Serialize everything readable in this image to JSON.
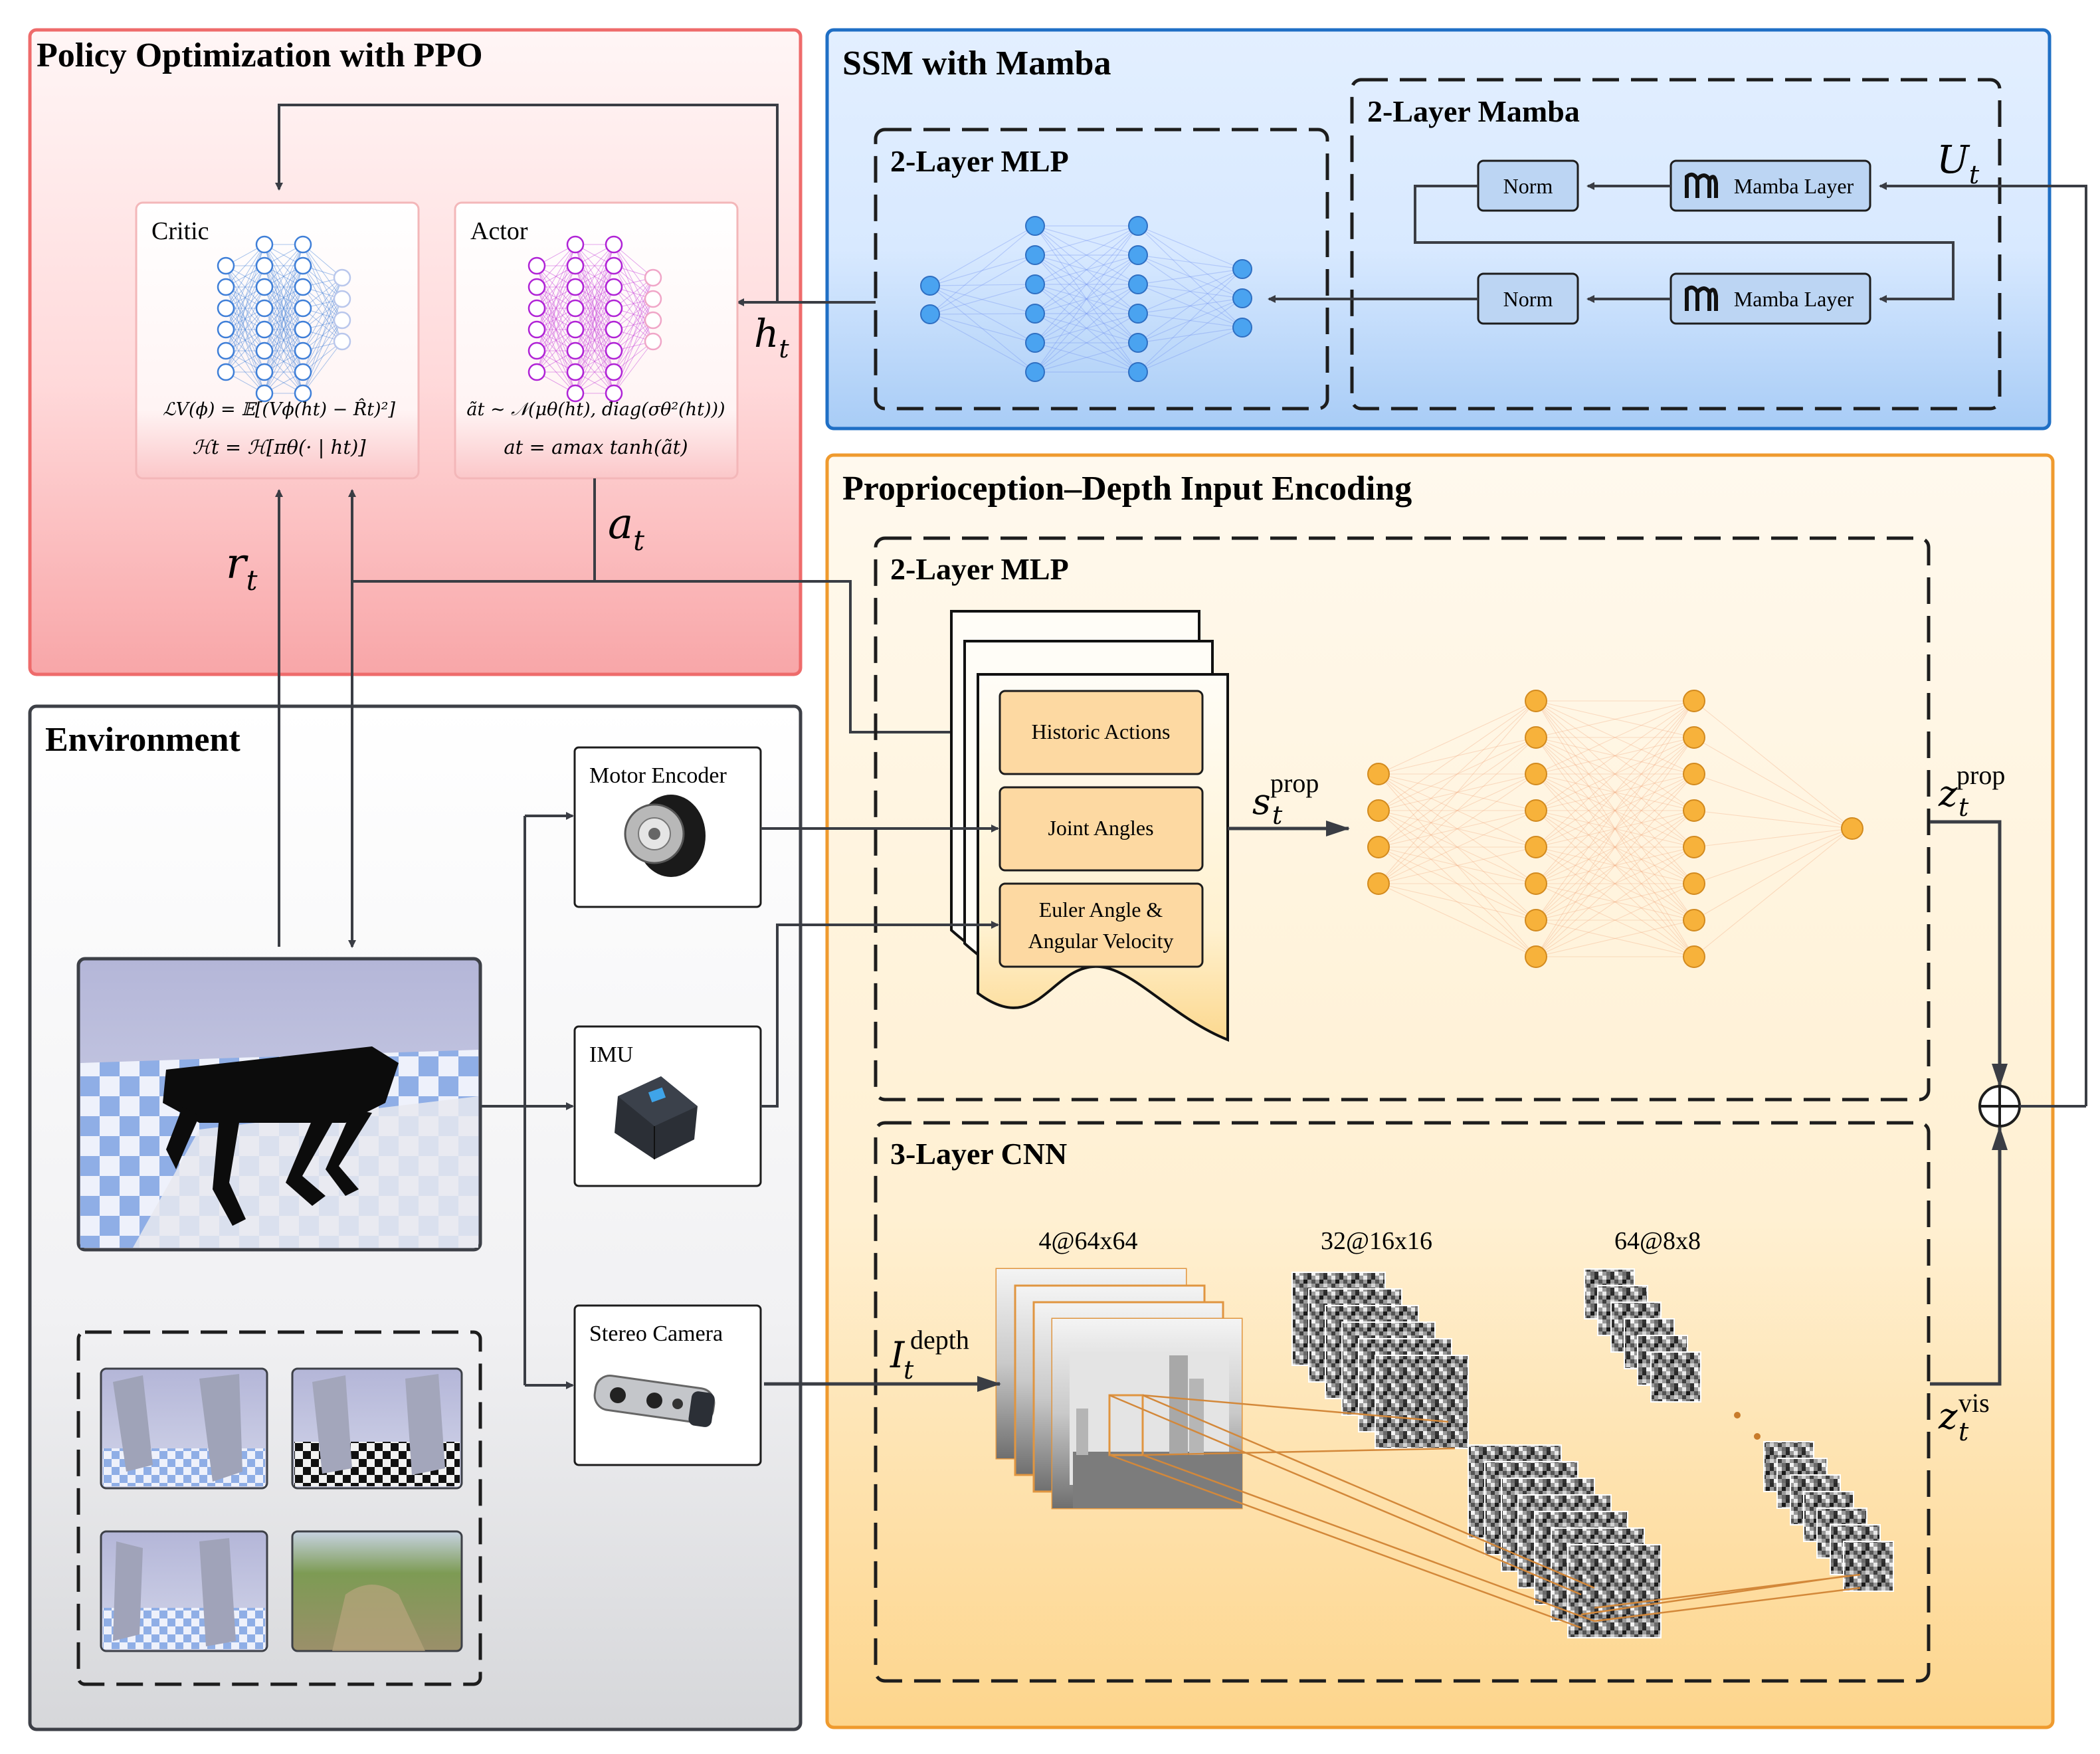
{
  "panels": {
    "ppo": {
      "title": "Policy Optimization with PPO"
    },
    "ssm": {
      "title": "SSM with Mamba"
    },
    "encoding": {
      "title": "Proprioception–Depth Input Encoding"
    },
    "environment": {
      "title": "Environment"
    }
  },
  "ppo": {
    "critic_label": "Critic",
    "actor_label": "Actor",
    "critic_loss": "ℒV(ϕ) = 𝔼[(Vϕ(ht) − R̂t)²]",
    "critic_entropy": "ℋt = ℋ[πθ(· | ht)]",
    "actor_dist": "ãt ~ 𝒩(μθ(ht), diag(σθ²(ht)))",
    "actor_action": "at = amax tanh(ãt)"
  },
  "ssm": {
    "mlp_title": "2-Layer MLP",
    "mamba_title": "2-Layer Mamba",
    "norm_top": "Norm",
    "norm_bottom": "Norm",
    "mamba_top": "Mamba Layer",
    "mamba_bottom": "Mamba Layer"
  },
  "encoding": {
    "mlp_title": "2-Layer MLP",
    "cnn_title": "3-Layer CNN",
    "historic_actions": "Historic Actions",
    "joint_angles": "Joint Angles",
    "euler_line1": "Euler Angle &",
    "euler_line2": "Angular Velocity",
    "cnn_dim1": "4@64x64",
    "cnn_dim2": "32@16x16",
    "cnn_dim3": "64@8x8"
  },
  "environment": {
    "motor_encoder": "Motor Encoder",
    "imu": "IMU",
    "stereo_camera": "Stereo Camera"
  },
  "symbols": {
    "r": "r",
    "r_sub": "t",
    "a": "a",
    "a_sub": "t",
    "h": "h",
    "h_sub": "t",
    "U": "U",
    "U_sub": "t",
    "s": "s",
    "s_sub": "t",
    "s_sup": "prop",
    "zprop": "z",
    "zprop_sub": "t",
    "zprop_sup": "prop",
    "zvis": "z",
    "zvis_sub": "t",
    "zvis_sup": "vis",
    "I": "I",
    "I_sub": "t",
    "I_sup": "depth"
  },
  "colors": {
    "ppo_border": "#ee6b6b",
    "ssm_border": "#1f6fc5",
    "encoding_border": "#ef9a2e",
    "env_border": "#3d4047",
    "mlp_blue_node": "#4aa3f0",
    "mlp_orange_node": "#f7b23b",
    "critic_node": "#3f7fd8",
    "actor_node": "#b023d6"
  }
}
